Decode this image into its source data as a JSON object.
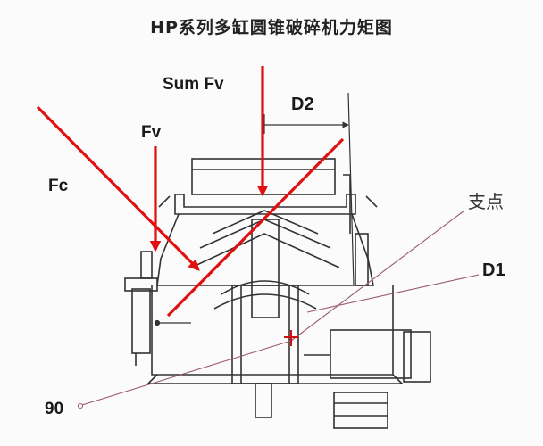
{
  "diagram": {
    "title": "HP系列多缸圆锥破碎机力矩图",
    "labels": {
      "sum_fv": "Sum Fv",
      "fv": "Fv",
      "fc": "Fc",
      "d2": "D2",
      "d1": "D1",
      "pivot": "支点",
      "ninety": "90"
    },
    "colors": {
      "force_arrow": "#e01010",
      "machine_line": "#333333",
      "leader_line": "#9a5a6a"
    }
  }
}
